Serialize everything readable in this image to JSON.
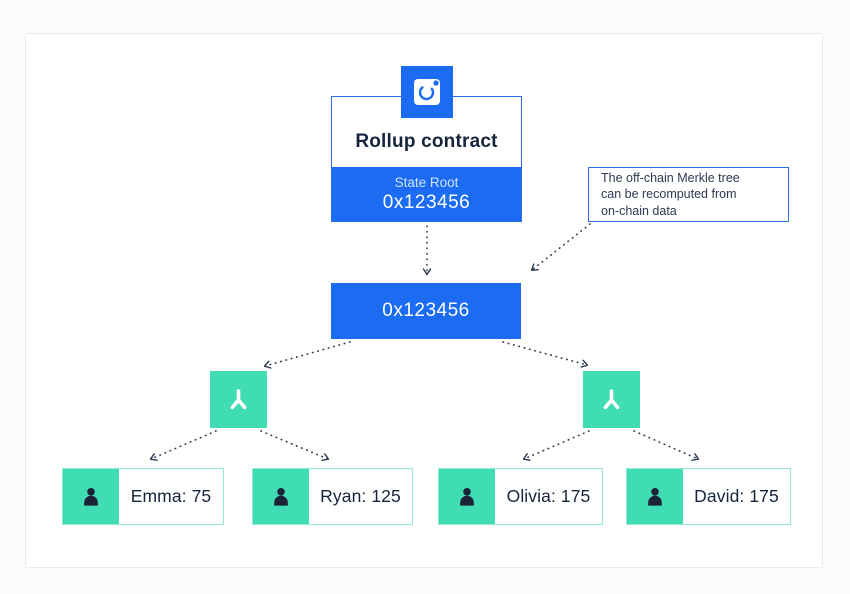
{
  "diagram": {
    "contract": {
      "title": "Rollup contract",
      "state_root_label": "State Root",
      "state_root_value": "0x123456"
    },
    "root_node": {
      "value": "0x123456"
    },
    "note": {
      "text": "The off-chain Merkle tree can be recomputed from on-chain data"
    },
    "branch_nodes": [
      {
        "id": "left",
        "icon": "branch-icon"
      },
      {
        "id": "right",
        "icon": "branch-icon"
      }
    ],
    "leaves": [
      {
        "label": "Emma: 75"
      },
      {
        "label": "Ryan: 125"
      },
      {
        "label": "Olivia: 175"
      },
      {
        "label": "David: 175"
      }
    ],
    "colors": {
      "blue": "#1b6cf2",
      "teal": "#40dcb4",
      "teal_border": "#95ead4",
      "dark_text": "#15233c",
      "state_root_text": "#cfe2ff",
      "note_border": "#2b6de8",
      "arrow": "#2a3950"
    }
  }
}
